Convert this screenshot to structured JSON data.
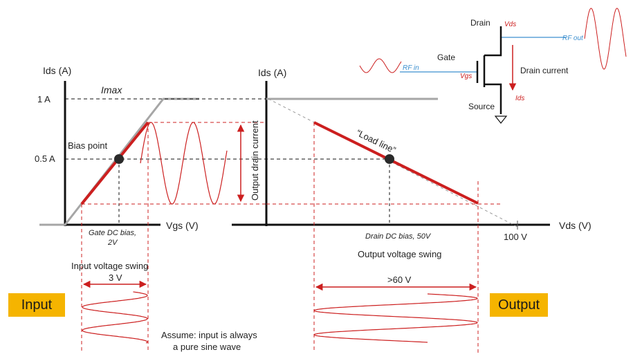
{
  "transfer_plot": {
    "y_axis_label": "Ids (A)",
    "x_axis_label": "Vgs (V)",
    "tick_1a": "1 A",
    "tick_05a": "0.5 A",
    "imax_label": "Imax",
    "bias_point_label": "Bias point",
    "gate_bias_label_line1": "Gate DC bias,",
    "gate_bias_label_line2": "2V",
    "output_current_label": "Output drain current",
    "input_swing_label": "Input voltage swing",
    "input_swing_value": "3 V"
  },
  "output_plot": {
    "y_axis_label": "Ids (A)",
    "x_axis_label": "Vds (V)",
    "load_line_label": "“Load line”",
    "drain_bias_label": "Drain DC bias, 50V",
    "tick_100v": "100 V",
    "output_swing_label": "Output voltage swing",
    "output_swing_value": ">60 V"
  },
  "circuit": {
    "drain_label": "Drain",
    "gate_label": "Gate",
    "source_label": "Source",
    "vds_label": "Vds",
    "vgs_label": "Vgs",
    "ids_label": "Ids",
    "drain_current_label": "Drain current",
    "rf_in_label": "RF in",
    "rf_out_label": "RF out"
  },
  "input_badge": "Input",
  "output_badge": "Output",
  "assumption_line1": "Assume: input is always",
  "assumption_line2": "a pure sine wave",
  "colors": {
    "red": "#cc1f1f",
    "gray": "#a6a6a6",
    "blue": "#3c8fcf",
    "badge": "#f5b400"
  }
}
